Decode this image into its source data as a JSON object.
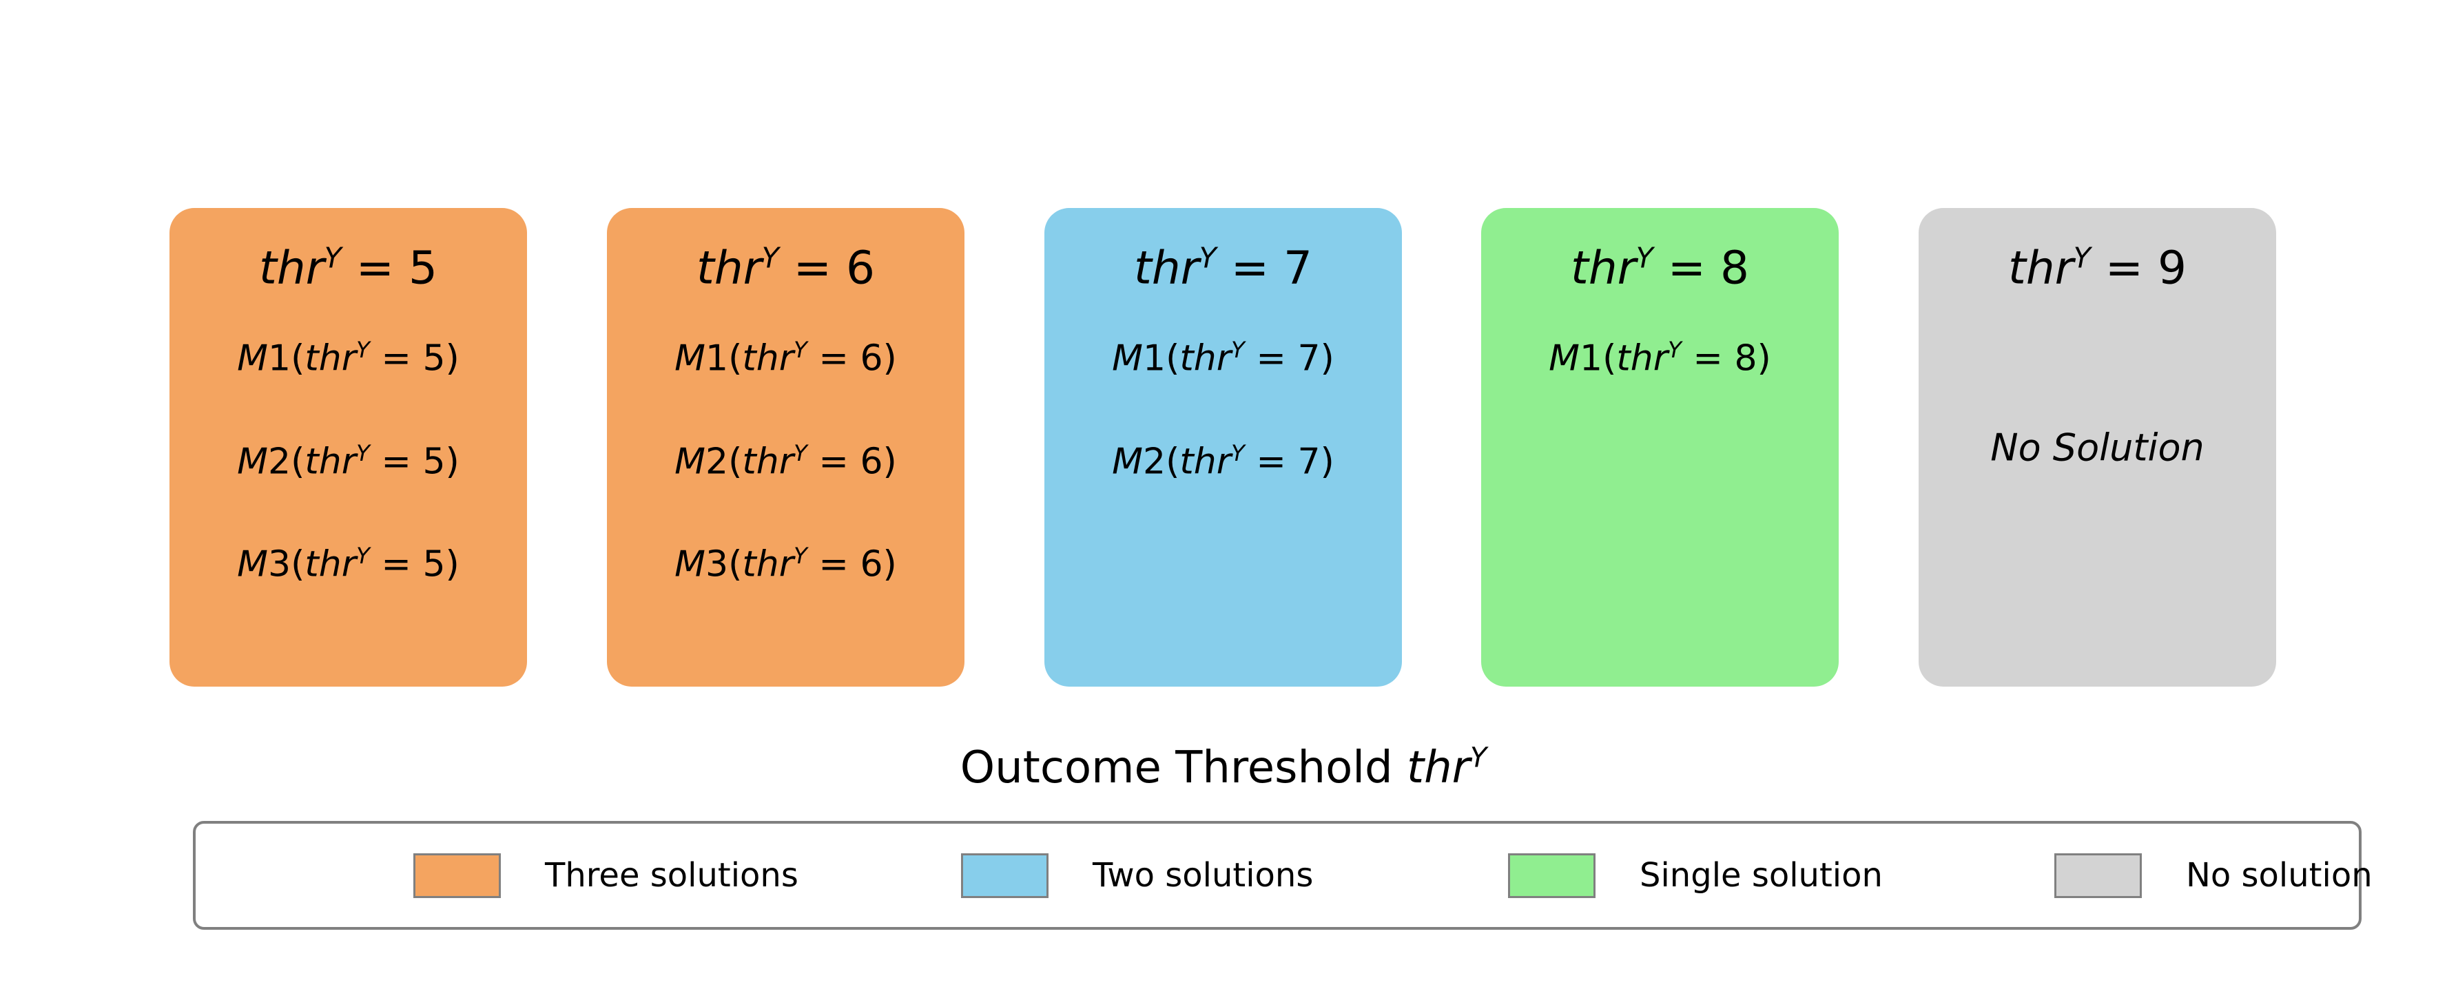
{
  "figure": {
    "background": "#ffffff",
    "text_color": "#000000"
  },
  "cards": [
    {
      "id": "thr-5",
      "color": "#F4A460",
      "title": [
        {
          "t": "thr",
          "it": true
        },
        {
          "t": "Y",
          "it": true,
          "sup": true
        },
        {
          "t": " = 5"
        }
      ],
      "rows": [
        [
          {
            "t": "M",
            "it": true
          },
          {
            "t": "1("
          },
          {
            "t": "thr",
            "it": true
          },
          {
            "t": "Y",
            "it": true,
            "sup": true
          },
          {
            "t": " = 5)"
          }
        ],
        [
          {
            "t": "M",
            "it": true
          },
          {
            "t": "2("
          },
          {
            "t": "thr",
            "it": true
          },
          {
            "t": "Y",
            "it": true,
            "sup": true
          },
          {
            "t": " = 5)"
          }
        ],
        [
          {
            "t": "M",
            "it": true
          },
          {
            "t": "3("
          },
          {
            "t": "thr",
            "it": true
          },
          {
            "t": "Y",
            "it": true,
            "sup": true
          },
          {
            "t": " = 5)"
          }
        ]
      ]
    },
    {
      "id": "thr-6",
      "color": "#F4A460",
      "title": [
        {
          "t": "thr",
          "it": true
        },
        {
          "t": "Y",
          "it": true,
          "sup": true
        },
        {
          "t": " = 6"
        }
      ],
      "rows": [
        [
          {
            "t": "M",
            "it": true
          },
          {
            "t": "1("
          },
          {
            "t": "thr",
            "it": true
          },
          {
            "t": "Y",
            "it": true,
            "sup": true
          },
          {
            "t": " = 6)"
          }
        ],
        [
          {
            "t": "M",
            "it": true
          },
          {
            "t": "2("
          },
          {
            "t": "thr",
            "it": true
          },
          {
            "t": "Y",
            "it": true,
            "sup": true
          },
          {
            "t": " = 6)"
          }
        ],
        [
          {
            "t": "M",
            "it": true
          },
          {
            "t": "3("
          },
          {
            "t": "thr",
            "it": true
          },
          {
            "t": "Y",
            "it": true,
            "sup": true
          },
          {
            "t": " = 6)"
          }
        ]
      ]
    },
    {
      "id": "thr-7",
      "color": "#87CEEB",
      "title": [
        {
          "t": "thr",
          "it": true
        },
        {
          "t": "Y",
          "it": true,
          "sup": true
        },
        {
          "t": " = 7"
        }
      ],
      "rows": [
        [
          {
            "t": "M",
            "it": true
          },
          {
            "t": "1("
          },
          {
            "t": "thr",
            "it": true
          },
          {
            "t": "Y",
            "it": true,
            "sup": true
          },
          {
            "t": " = 7)"
          }
        ],
        [
          {
            "t": "M",
            "it": true
          },
          {
            "t": "2("
          },
          {
            "t": "thr",
            "it": true
          },
          {
            "t": "Y",
            "it": true,
            "sup": true
          },
          {
            "t": " = 7)"
          }
        ]
      ]
    },
    {
      "id": "thr-8",
      "color": "#90EE90",
      "title": [
        {
          "t": "thr",
          "it": true
        },
        {
          "t": "Y",
          "it": true,
          "sup": true
        },
        {
          "t": " = 8"
        }
      ],
      "rows": [
        [
          {
            "t": "M",
            "it": true
          },
          {
            "t": "1("
          },
          {
            "t": "thr",
            "it": true
          },
          {
            "t": "Y",
            "it": true,
            "sup": true
          },
          {
            "t": " = 8)"
          }
        ]
      ]
    },
    {
      "id": "thr-9",
      "color": "#D3D3D3",
      "title": [
        {
          "t": "thr",
          "it": true
        },
        {
          "t": "Y",
          "it": true,
          "sup": true
        },
        {
          "t": " = 9"
        }
      ],
      "rows": [],
      "no_solution": [
        {
          "t": "No Solution",
          "it": true
        }
      ]
    }
  ],
  "axis_label": [
    {
      "t": "Outcome Threshold "
    },
    {
      "t": "thr",
      "it": true
    },
    {
      "t": "Y",
      "it": true,
      "sup": true
    }
  ],
  "legend": {
    "border_color": "#808080",
    "items": [
      {
        "label": "Three solutions",
        "color": "#F4A460"
      },
      {
        "label": "Two solutions",
        "color": "#87CEEB"
      },
      {
        "label": "Single solution",
        "color": "#90EE90"
      },
      {
        "label": "No solution",
        "color": "#D3D3D3"
      }
    ]
  }
}
